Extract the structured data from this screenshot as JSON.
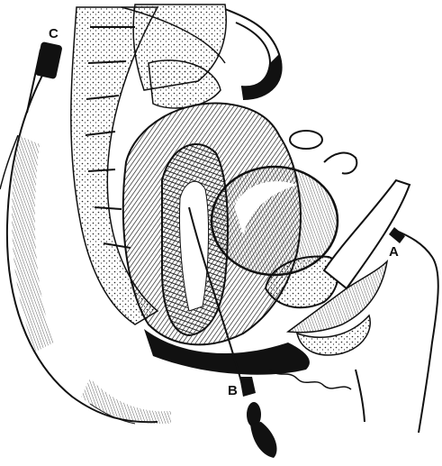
{
  "figure": {
    "labels": {
      "c": "C",
      "a": "A",
      "b": "B"
    }
  }
}
